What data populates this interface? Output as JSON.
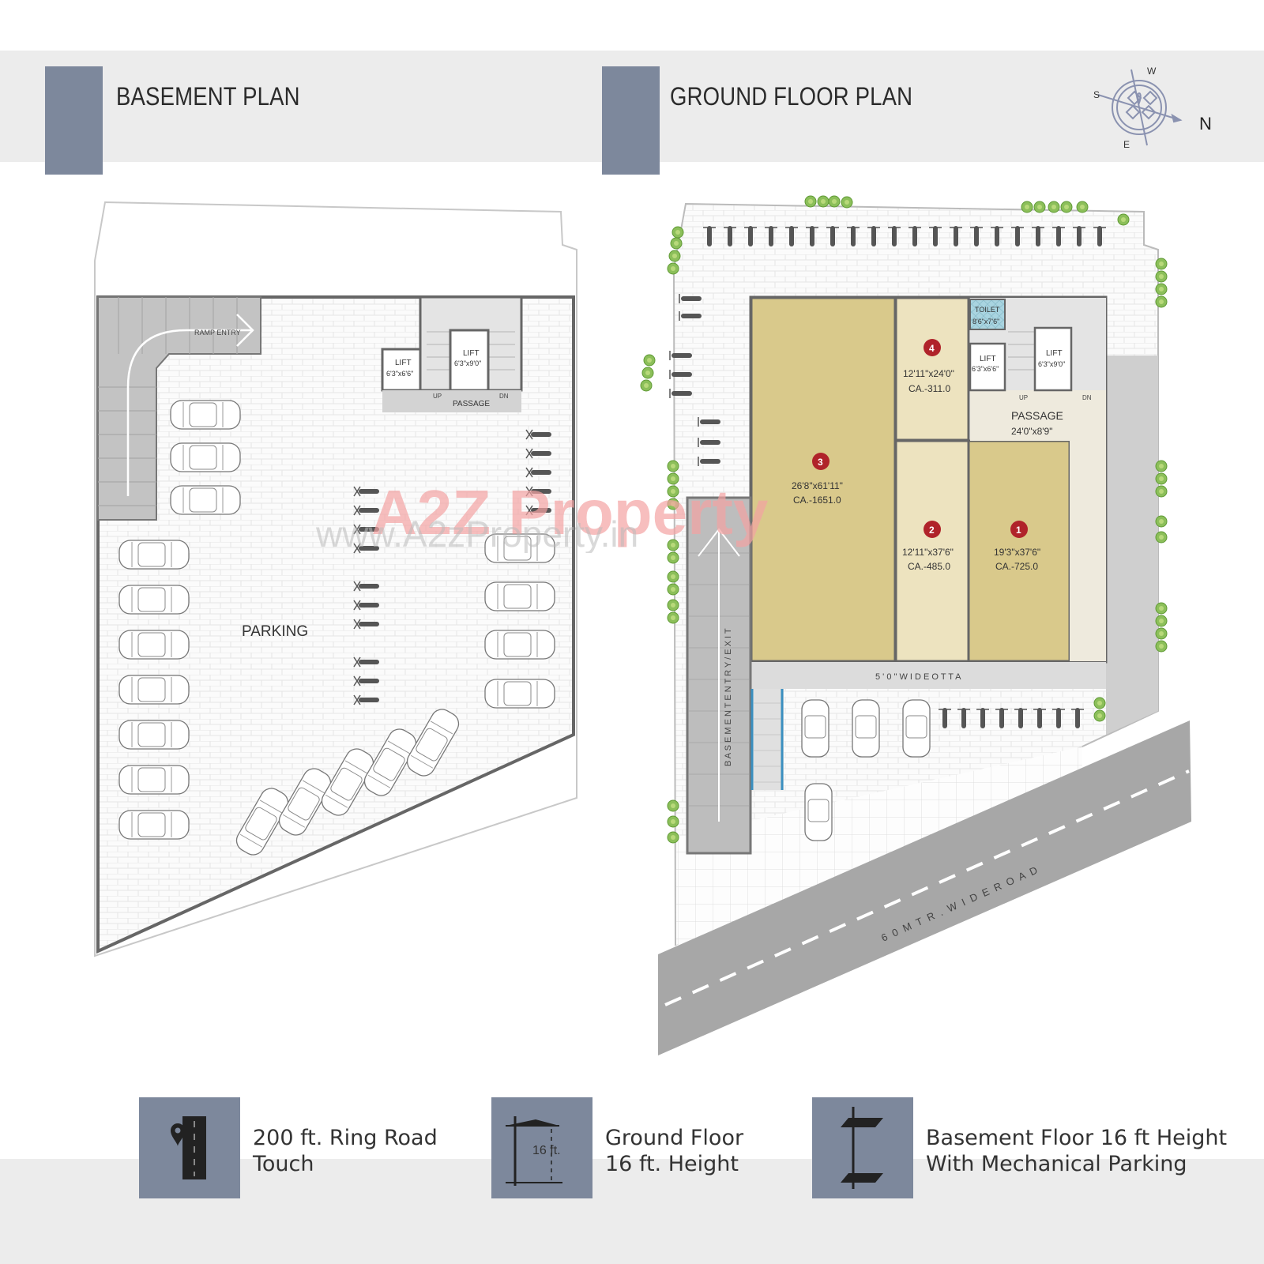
{
  "headers": {
    "basement_title": "BASEMENT PLAN",
    "ground_title": "GROUND FLOOR PLAN"
  },
  "compass": {
    "w": "W",
    "s": "S",
    "e": "E",
    "n": "N"
  },
  "basement": {
    "ramp_label": "RAMP ENTRY",
    "parking_label": "PARKING",
    "passage_label": "PASSAGE",
    "up_label": "UP",
    "dn_label": "DN",
    "lifts": [
      {
        "label": "LIFT",
        "size": "6'3\"x6'6\""
      },
      {
        "label": "LIFT",
        "size": "6'3\"x9'0\""
      }
    ]
  },
  "ground": {
    "units": [
      {
        "number": "1",
        "size": "19'3\"x37'6\"",
        "carpet_area": "CA.-725.0"
      },
      {
        "number": "2",
        "size": "12'11\"x37'6\"",
        "carpet_area": "CA.-485.0"
      },
      {
        "number": "3",
        "size": "26'8\"x61'11\"",
        "carpet_area": "CA.-1651.0"
      },
      {
        "number": "4",
        "size": "12'11\"x24'0\"",
        "carpet_area": "CA.-311.0"
      }
    ],
    "toilet": {
      "label": "TOILET",
      "size": "8'6\"x7'6\""
    },
    "lifts": [
      {
        "label": "LIFT",
        "size": "6'3\"x6'6\""
      },
      {
        "label": "LIFT",
        "size": "6'3\"x9'0\""
      }
    ],
    "passage": {
      "label": "PASSAGE",
      "size": "24'0\"x8'9\""
    },
    "up_label": "UP",
    "dn_label": "DN",
    "otta_label": "5 ' 0 \" W I D E   O T T A",
    "basement_ramp_label": "B A S E M E N T   E N T R Y / E X I T",
    "road_label": "6 0  M T R .  W I D E  R O A D"
  },
  "watermark": {
    "brand": "A2Z Property",
    "url": "www.A2zProperty.in"
  },
  "features": [
    {
      "icon": "road-pin-icon",
      "line1": "200 ft. Ring Road",
      "line2": "Touch"
    },
    {
      "icon": "height-16ft-icon",
      "line1": "Ground Floor",
      "line2": "16 ft. Height",
      "icon_label": "16 ft."
    },
    {
      "icon": "mechanical-parking-icon",
      "line1": "Basement Floor 16 ft Height",
      "line2": "With Mechanical Parking"
    }
  ],
  "colors": {
    "accent_block": "#7d889c",
    "band": "#ececec",
    "unit_dark": "#d9c98b",
    "unit_light": "#ede3bf",
    "unit_badge": "#b0232a",
    "toilet": "#a9d4e0",
    "road": "#a7a7a7"
  }
}
